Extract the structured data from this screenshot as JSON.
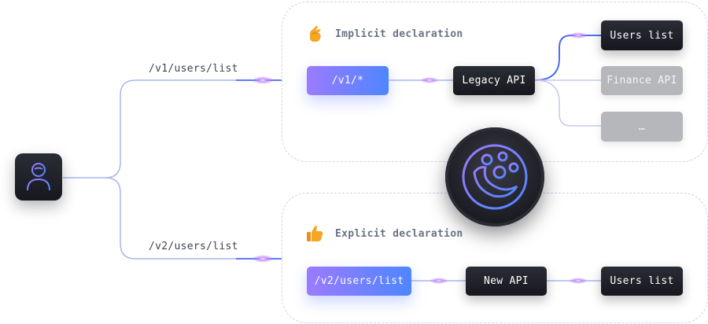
{
  "routes": {
    "v1_path": "/v1/users/list",
    "v2_path": "/v2/users/list"
  },
  "implicit": {
    "title": "Implicit declaration",
    "icon": "fingers-crossed-icon",
    "match_node": "/v1/*",
    "api_node": "Legacy API",
    "targets": [
      "Users list",
      "Finance API",
      "…"
    ]
  },
  "explicit": {
    "title": "Explicit declaration",
    "icon": "thumbs-up-icon",
    "match_node": "/v2/users/list",
    "api_node": "New API",
    "target": "Users list"
  },
  "colors": {
    "wire": "#a9b5f0",
    "wire_active": "#5b7bff",
    "spark": "#b57bff",
    "grad_start": "#9b7bff",
    "grad_end": "#4e86ff",
    "node_dark": "#1d1e25",
    "node_grey": "#b6b7bb"
  }
}
